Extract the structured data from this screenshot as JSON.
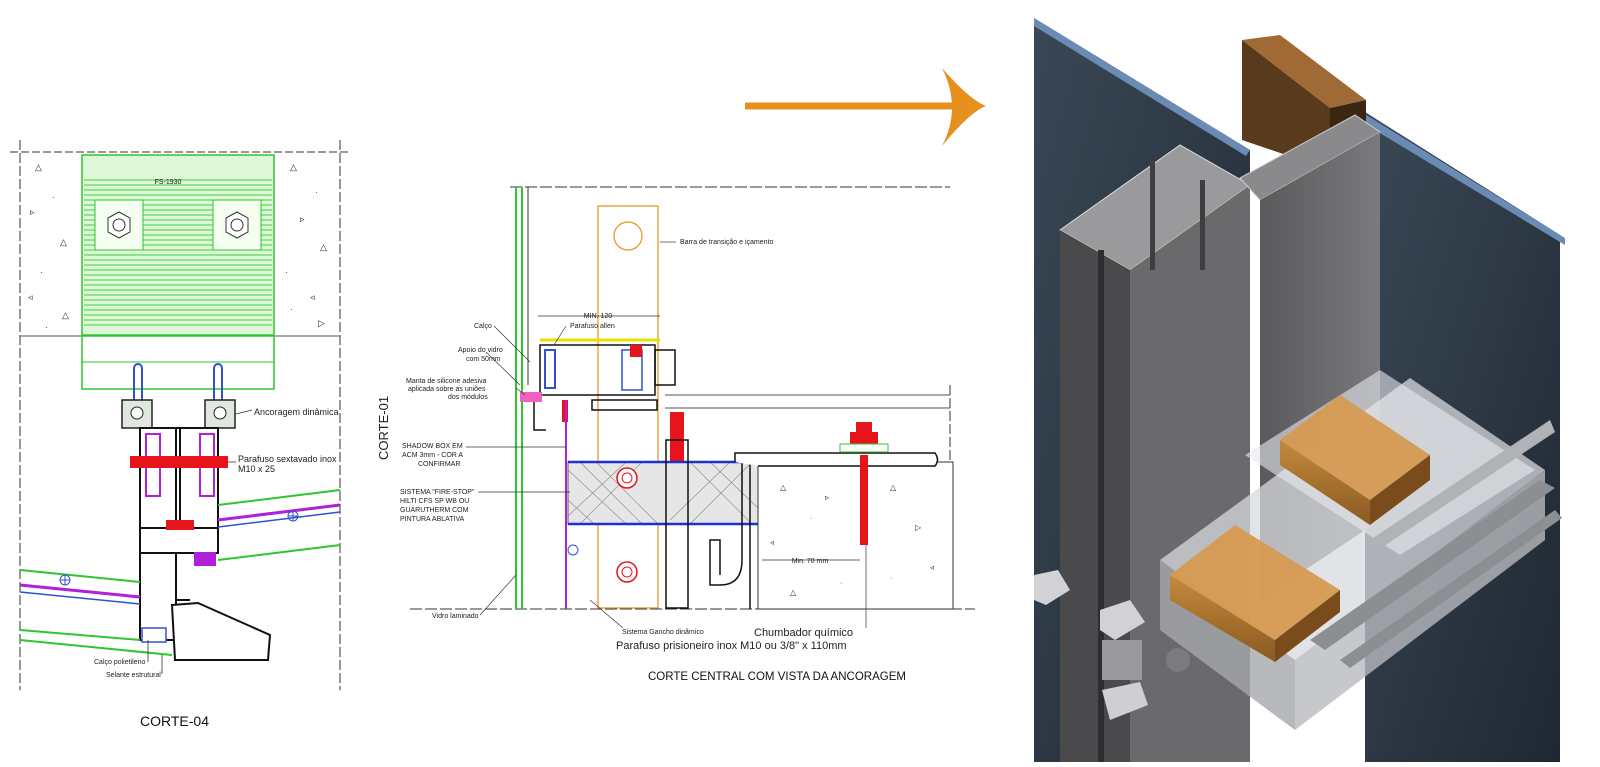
{
  "left": {
    "caption": "CORTE-04",
    "anchor_code": "FS-1930",
    "labels": {
      "anchor": "Ancoragem dinâmica",
      "bolt_line1": "Parafuso sextavado inox",
      "bolt_line2": "M10 x 25",
      "shim": "Calço polietileno",
      "sealant": "Selante estrutural"
    }
  },
  "middle": {
    "caption": "CORTE CENTRAL COM VISTA DA ANCORAGEM",
    "side_label": "CORTE-01",
    "dimension_top": "MIN. 120",
    "dimension_bottom": "Min. 70 mm",
    "labels": {
      "transition_bar": "Barra de transição e içamento",
      "shim": "Calço",
      "allen_screw": "Parafuso allen",
      "glass_support_1": "Apoio do vidro",
      "glass_support_2": "com 50mm",
      "silicone_1": "Manta de silicone adesiva",
      "silicone_2": "aplicada sobre as uniões",
      "silicone_3": "dos módulos",
      "shadow_1": "SHADOW BOX EM",
      "shadow_2": "ACM 3mm - COR A",
      "shadow_3": "CONFIRMAR",
      "fire_1": "SISTEMA \"FIRE-STOP\"",
      "fire_2": "HILTI CFS SP WB OU",
      "fire_3": "GUARUTHERM COM",
      "fire_4": "PINTURA ABLATIVA",
      "laminated_glass": "Vidro laminado",
      "hook_system": "Sistema Gancho dinâmico",
      "stud_bolt": "Parafuso prisioneiro  inox M10 ou 3/8\" x 110mm",
      "chem_anchor": "Chumbador químico"
    }
  },
  "colors": {
    "accent_orange": "#e8901e",
    "green": "#2fc52f",
    "blue": "#1f2fd0",
    "magenta": "#b020d8",
    "red": "#e8141c",
    "panel_dark": "#2a3540"
  }
}
